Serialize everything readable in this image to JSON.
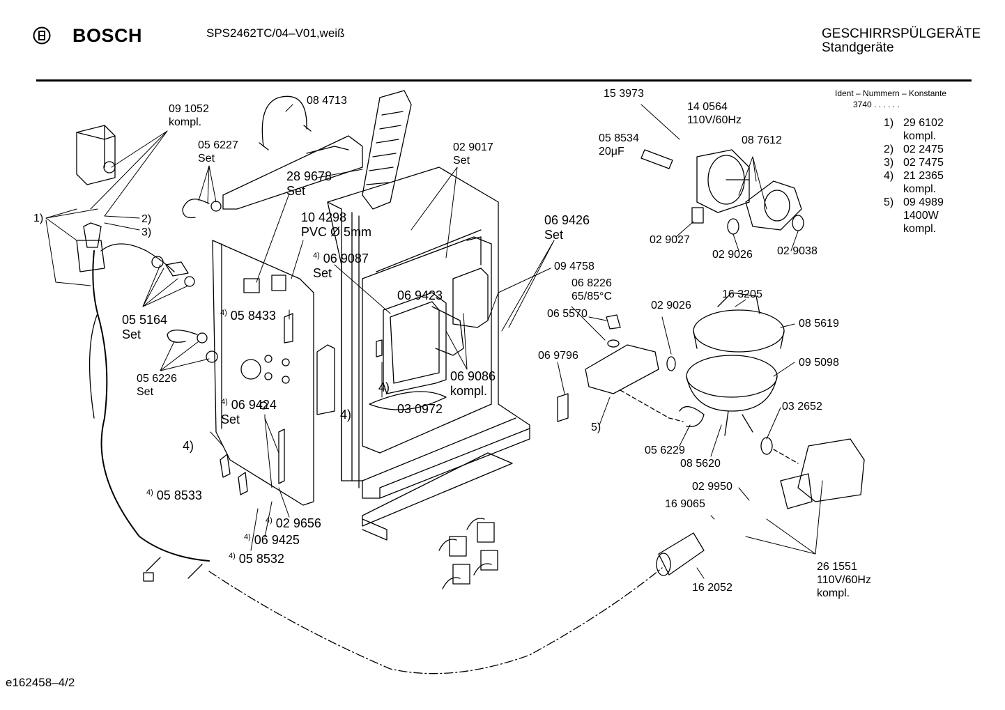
{
  "header": {
    "brand": "BOSCH",
    "model": "SPS2462TC/04–V01,weiß",
    "category": "GESCHIRRSPÜLGERÄTE",
    "subcategory": "Standgeräte"
  },
  "ident": {
    "title": "Ident – Nummern – Konstante",
    "code": "3740 . .   . . . .",
    "items": [
      {
        "key": "1)",
        "value": "29 6102",
        "extra": "kompl."
      },
      {
        "key": "2)",
        "value": "02 2475",
        "extra": ""
      },
      {
        "key": "3)",
        "value": "02 7475",
        "extra": ""
      },
      {
        "key": "4)",
        "value": "21 2365",
        "extra": "kompl."
      },
      {
        "key": "5)",
        "value": "09 4989",
        "extra": "1400W\nkompl."
      }
    ]
  },
  "labels": {
    "p091052": "09 1052\nkompl.",
    "p084713": "08 4713",
    "p056227": "05 6227\nSet",
    "p289678": "28 9678\nSet",
    "p104298": "10 4298\nPVC Ø 5mm",
    "p069087": "06 9087\nSet",
    "p029017": "02 9017\nSet",
    "p069426": "06 9426\nSet",
    "p094758": "09 4758",
    "p153973": "15 3973",
    "p140564": "14 0564\n110V/60Hz",
    "p058534": "05 8534\n20μF",
    "p087612": "08 7612",
    "p029027": "02 9027",
    "p029026a": "02 9026",
    "p029038": "02 9038",
    "p068226": "06 8226\n65/85°C",
    "p065570": "06 5570",
    "p029026b": "02 9026",
    "p163205": "16 3205",
    "p085619": "08 5619",
    "p095098": "09 5098",
    "p069796": "06 9796",
    "p032652": "03 2652",
    "p056229": "05 6229",
    "p085620": "08 5620",
    "p029950": "02 9950",
    "p169065": "16 9065",
    "p261551": "26 1551\n110V/60Hz\nkompl.",
    "p162052": "16 2052",
    "p055164": "05 5164\nSet",
    "p058433": "05 8433",
    "p069423": "06 9423",
    "p069086": "06 9086\nkompl.",
    "p030972": "03 0972",
    "p056226": "05 6226\nSet",
    "p069424": "06 9424\nSet",
    "p058533": "05 8533",
    "p029656": "02 9656",
    "p069425": "06 9425",
    "p058532": "05 8532",
    "r1": "1)",
    "r2": "2)",
    "r3": "3)",
    "r4a": "4)",
    "r4b": "4)",
    "r4c": "4)",
    "r5": "5)",
    "sup4": "4)"
  },
  "footer": {
    "code": "e162458–4/2"
  }
}
